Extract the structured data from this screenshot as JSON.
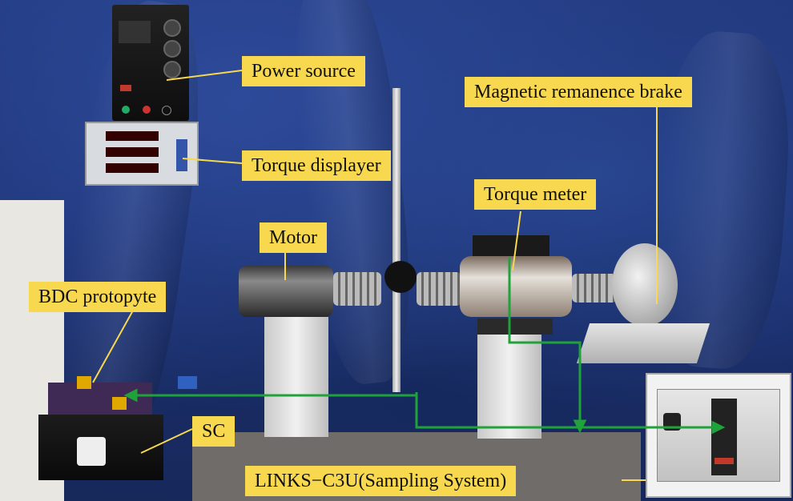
{
  "labels": {
    "power_source": "Power source",
    "magnetic_brake": "Magnetic remanence brake",
    "torque_displayer": "Torque displayer",
    "torque_meter": "Torque meter",
    "motor": "Motor",
    "bdc_prototype": "BDC protopyte",
    "sc": "SC",
    "sampling_system": "LINKS−C3U(Sampling System)"
  },
  "colors": {
    "label_bg": "#f7d84e",
    "leader_line": "#f7d84e",
    "signal_line": "#1fa23a",
    "curtain": "#22397e"
  }
}
